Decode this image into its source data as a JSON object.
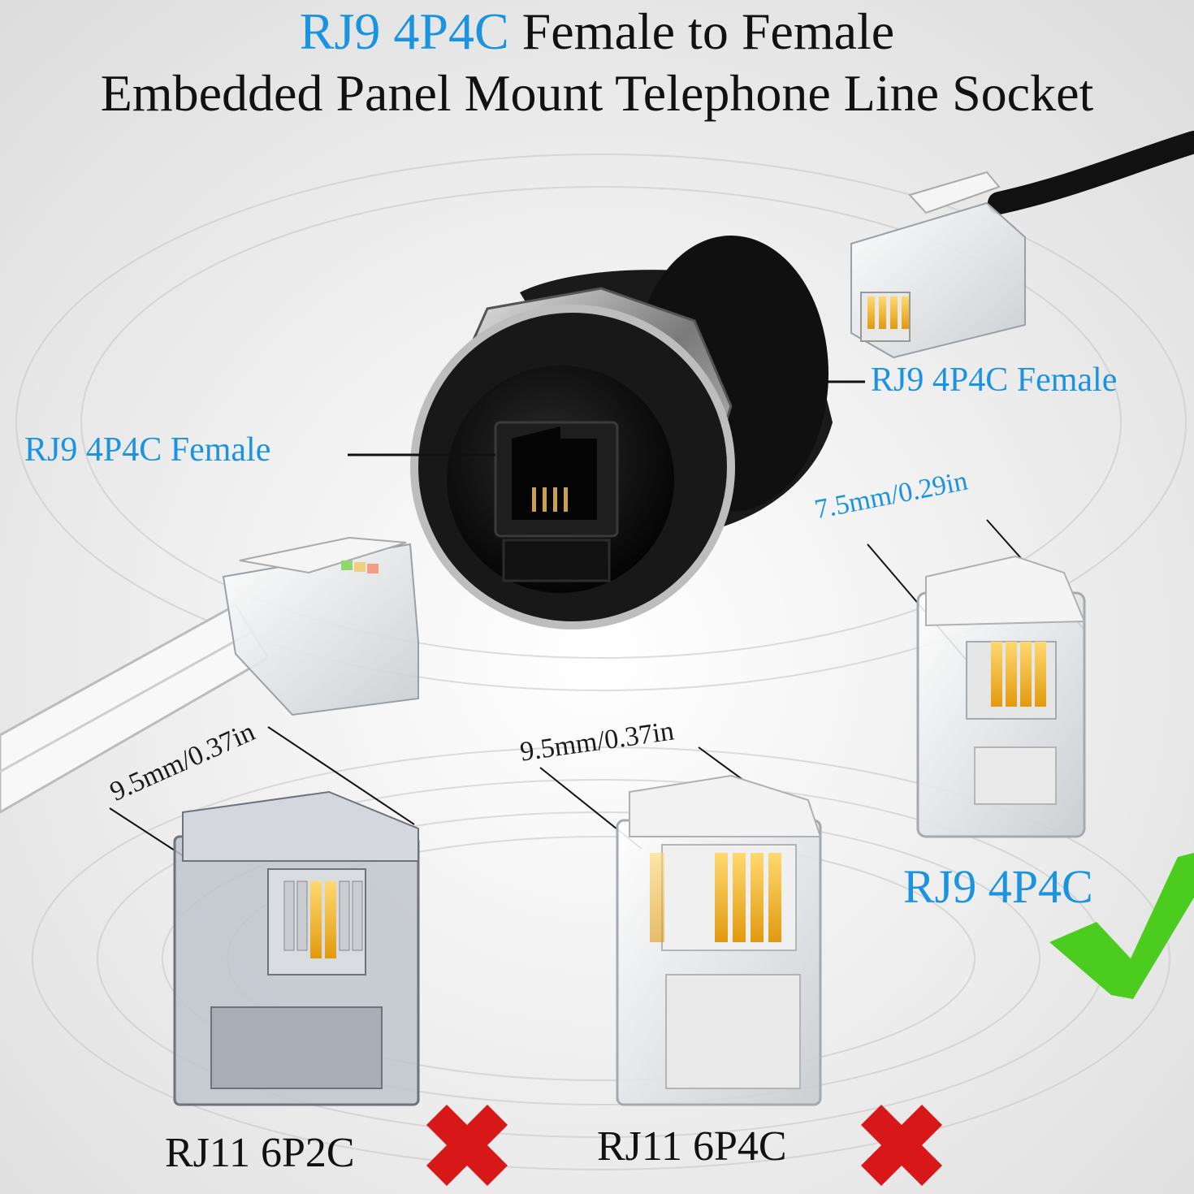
{
  "title": {
    "line1_highlight": "RJ9 4P4C",
    "line1_rest": " Female to Female",
    "line2": "Embedded Panel Mount Telephone Line Socket"
  },
  "callouts": {
    "left_female": "RJ9 4P4C Female",
    "right_female": "RJ9 4P4C Female"
  },
  "plugs": {
    "rj9": {
      "label": "RJ9 4P4C",
      "dimension": "7.5mm/0.29in",
      "status": "check-mark-icon"
    },
    "rj11_6p2c": {
      "label": "RJ11 6P2C",
      "dimension": "9.5mm/0.37in",
      "status": "cross-mark-icon"
    },
    "rj11_6p4c": {
      "label": "RJ11 6P4C",
      "dimension": "9.5mm/0.37in",
      "status": "cross-mark-icon"
    }
  },
  "colors": {
    "accent_blue": "#1a93e0",
    "check_green": "#4ccc1e",
    "cross_red": "#d81818",
    "gold_contact": "#f0b020",
    "socket_black": "#151515"
  }
}
